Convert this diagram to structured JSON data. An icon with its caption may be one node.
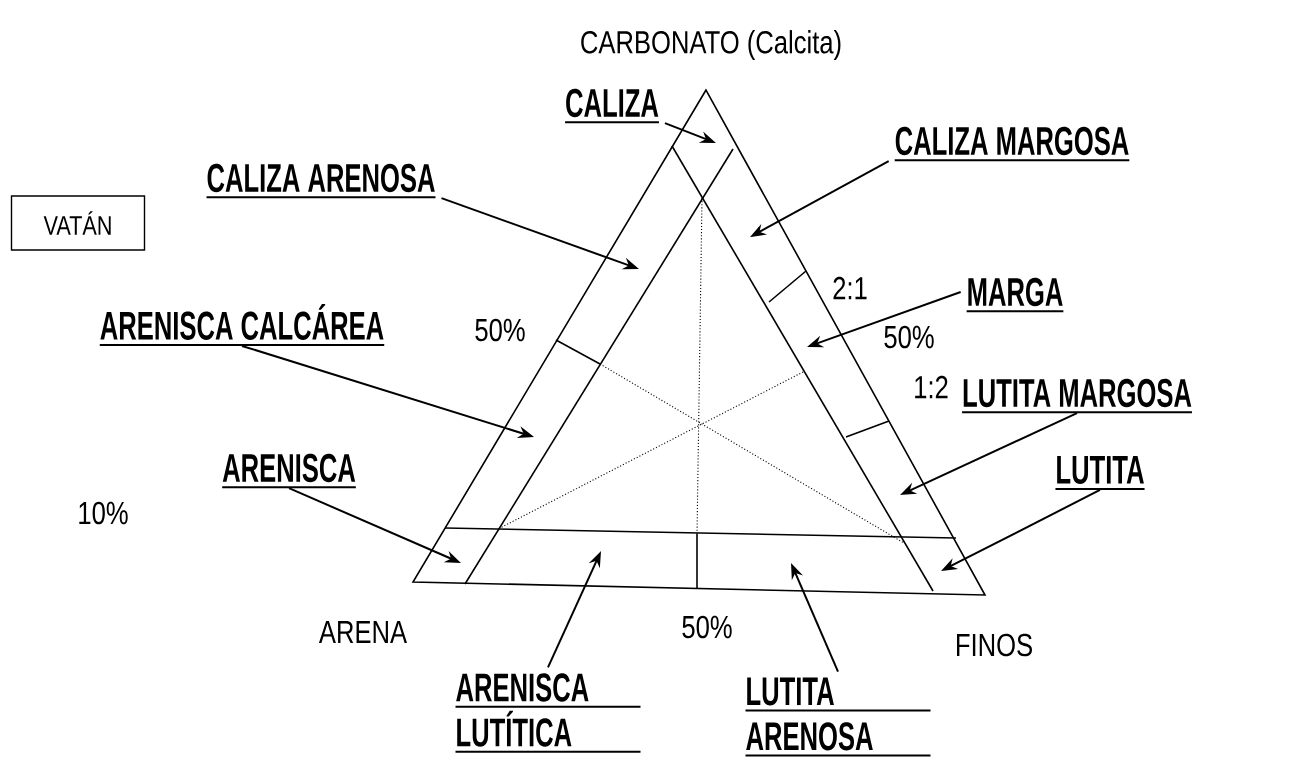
{
  "diagram": {
    "nodes": [
      {
        "text": [
          "CALIZA"
        ]
      },
      {
        "text": [
          "CALIZA MARGOSA"
        ]
      },
      {
        "text": [
          "CALIZA  ARENOSA"
        ]
      },
      {
        "text": [
          "VATÁN"
        ]
      },
      {
        "text": [
          "MARGA"
        ]
      },
      {
        "text": [
          "ARENISCA CALCÁREA"
        ]
      },
      {
        "text": [
          "LUTITA MARGOSA"
        ]
      },
      {
        "text": [
          "ARENISCA"
        ]
      },
      {
        "text": [
          "LUTITA"
        ]
      },
      {
        "text": [
          "ARENISCA LUTÍTICA"
        ]
      },
      {
        "text": [
          "LUTITA ARENOSA"
        ]
      }
    ],
    "edges": [
      {
        "from": 0,
        "to": null,
        "arrow": "to"
      },
      {
        "from": 1,
        "to": null,
        "arrow": "to"
      },
      {
        "from": 2,
        "to": null,
        "arrow": "to"
      },
      {
        "from": 4,
        "to": null,
        "arrow": "to"
      },
      {
        "from": 5,
        "to": null,
        "arrow": "to"
      },
      {
        "from": 6,
        "to": null,
        "arrow": "to"
      },
      {
        "from": 7,
        "to": null,
        "arrow": "to"
      },
      {
        "from": 8,
        "to": null,
        "arrow": "to"
      },
      {
        "from": 9,
        "to": null,
        "arrow": "to"
      },
      {
        "from": 10,
        "to": null,
        "arrow": "to"
      }
    ],
    "labels": [
      "CARBONATO (Calcita)",
      "2:1",
      "50%",
      "50%",
      "1:2",
      "10%",
      "50%",
      "ARENA",
      "FINOS"
    ]
  }
}
